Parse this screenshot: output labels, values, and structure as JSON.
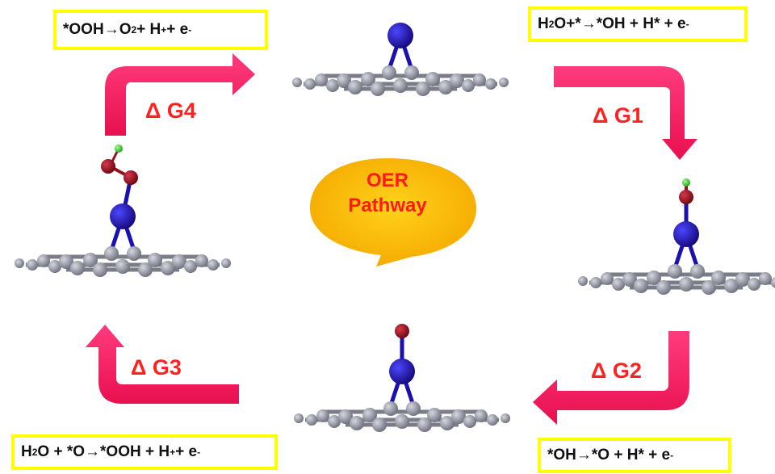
{
  "equations": {
    "top_left": {
      "pre": "*OOH ",
      "arrow": "→",
      "mid": " O",
      "sub": "2",
      "mid2": " + H",
      "sup1": "+",
      "mid3": " + e",
      "sup2": "-"
    },
    "top_right": {
      "pre": "H",
      "sub": "2",
      "mid": "O+* ",
      "arrow": "→",
      "mid2": " *OH + H* + e",
      "sup": "-"
    },
    "bottom_left": {
      "pre": "H",
      "sub": "2",
      "mid": "O + *O ",
      "arrow": "→",
      "mid2": " *OOH + H",
      "sup1": "+",
      "mid3": " + e",
      "sup2": "-"
    },
    "bottom_right": {
      "pre": "*OH ",
      "arrow": "→",
      "mid": " *O + H* + e",
      "sup": "-"
    }
  },
  "steps": {
    "g1": "Δ G1",
    "g2": "Δ G2",
    "g3": "Δ G3",
    "g4": "Δ G4"
  },
  "bubble": {
    "line1": "OER",
    "line2": "Pathway"
  },
  "colors": {
    "arrow": "#ff1f66",
    "box_border": "#ffff00",
    "label": "#ff2020",
    "bubble": "#ffc000",
    "nitrogen": "#1a10b0",
    "oxygen": "#9a0f1e",
    "hydrogen": "#44dd33",
    "carbon": "#8a8c9a"
  }
}
